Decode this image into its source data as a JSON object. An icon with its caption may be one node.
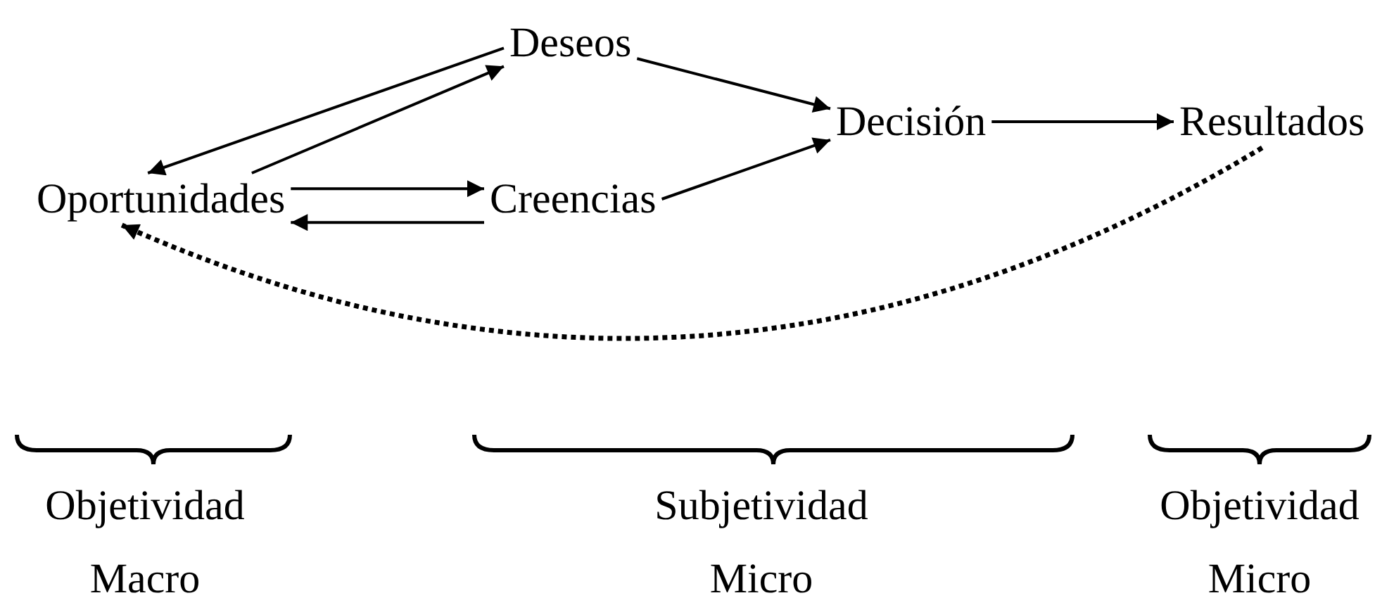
{
  "diagram": {
    "nodes": [
      {
        "text": [
          "Deseos"
        ]
      },
      {
        "text": [
          "Oportunidades"
        ]
      },
      {
        "text": [
          "Creencias"
        ]
      },
      {
        "text": [
          "Decisión"
        ]
      },
      {
        "text": [
          "Resultados"
        ]
      }
    ],
    "edges": [
      {
        "from": 0,
        "to": 1,
        "arrow": "to"
      },
      {
        "from": 1,
        "to": 0,
        "arrow": "to"
      },
      {
        "from": 1,
        "to": 2,
        "arrow": "to"
      },
      {
        "from": 2,
        "to": 1,
        "arrow": "to"
      },
      {
        "from": 0,
        "to": 3,
        "arrow": "to"
      },
      {
        "from": 2,
        "to": 3,
        "arrow": "to"
      },
      {
        "from": 3,
        "to": 4,
        "arrow": "to"
      },
      {
        "from": 4,
        "to": 1,
        "arrow": "to",
        "style": "dashed"
      }
    ],
    "labels": [
      "Objetividad",
      "Subjetividad",
      "Objetividad",
      "Macro",
      "Micro",
      "Micro"
    ]
  }
}
